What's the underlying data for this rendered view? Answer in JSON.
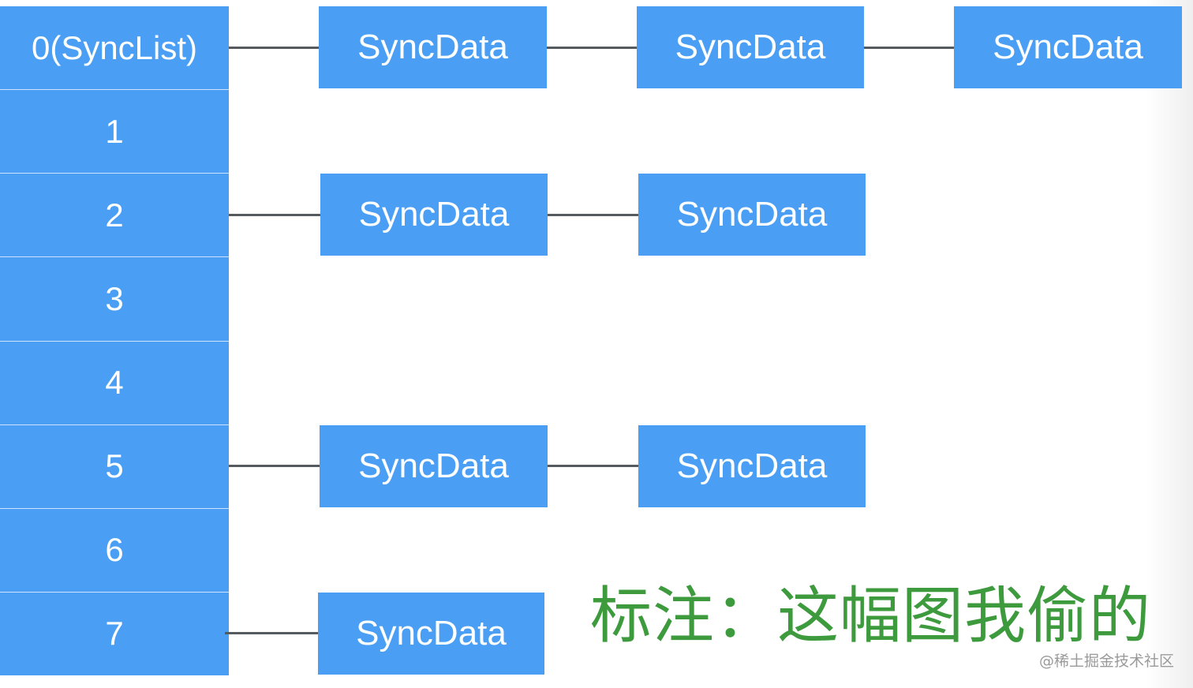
{
  "diagram": {
    "buckets": [
      "0(SyncList)",
      "1",
      "2",
      "3",
      "4",
      "5",
      "6",
      "7"
    ],
    "node_label": "SyncData",
    "chains": [
      {
        "bucket": "0(SyncList)",
        "nodes": [
          "SyncData",
          "SyncData",
          "SyncData"
        ]
      },
      {
        "bucket": "2",
        "nodes": [
          "SyncData",
          "SyncData"
        ]
      },
      {
        "bucket": "5",
        "nodes": [
          "SyncData",
          "SyncData"
        ]
      },
      {
        "bucket": "7",
        "nodes": [
          "SyncData"
        ]
      }
    ],
    "note": "标注：这幅图我偷的",
    "watermark": "@稀土掘金技术社区",
    "colors": {
      "box": "#4a9ff5",
      "link": "#555a5f",
      "note": "#3d9a3d"
    }
  }
}
